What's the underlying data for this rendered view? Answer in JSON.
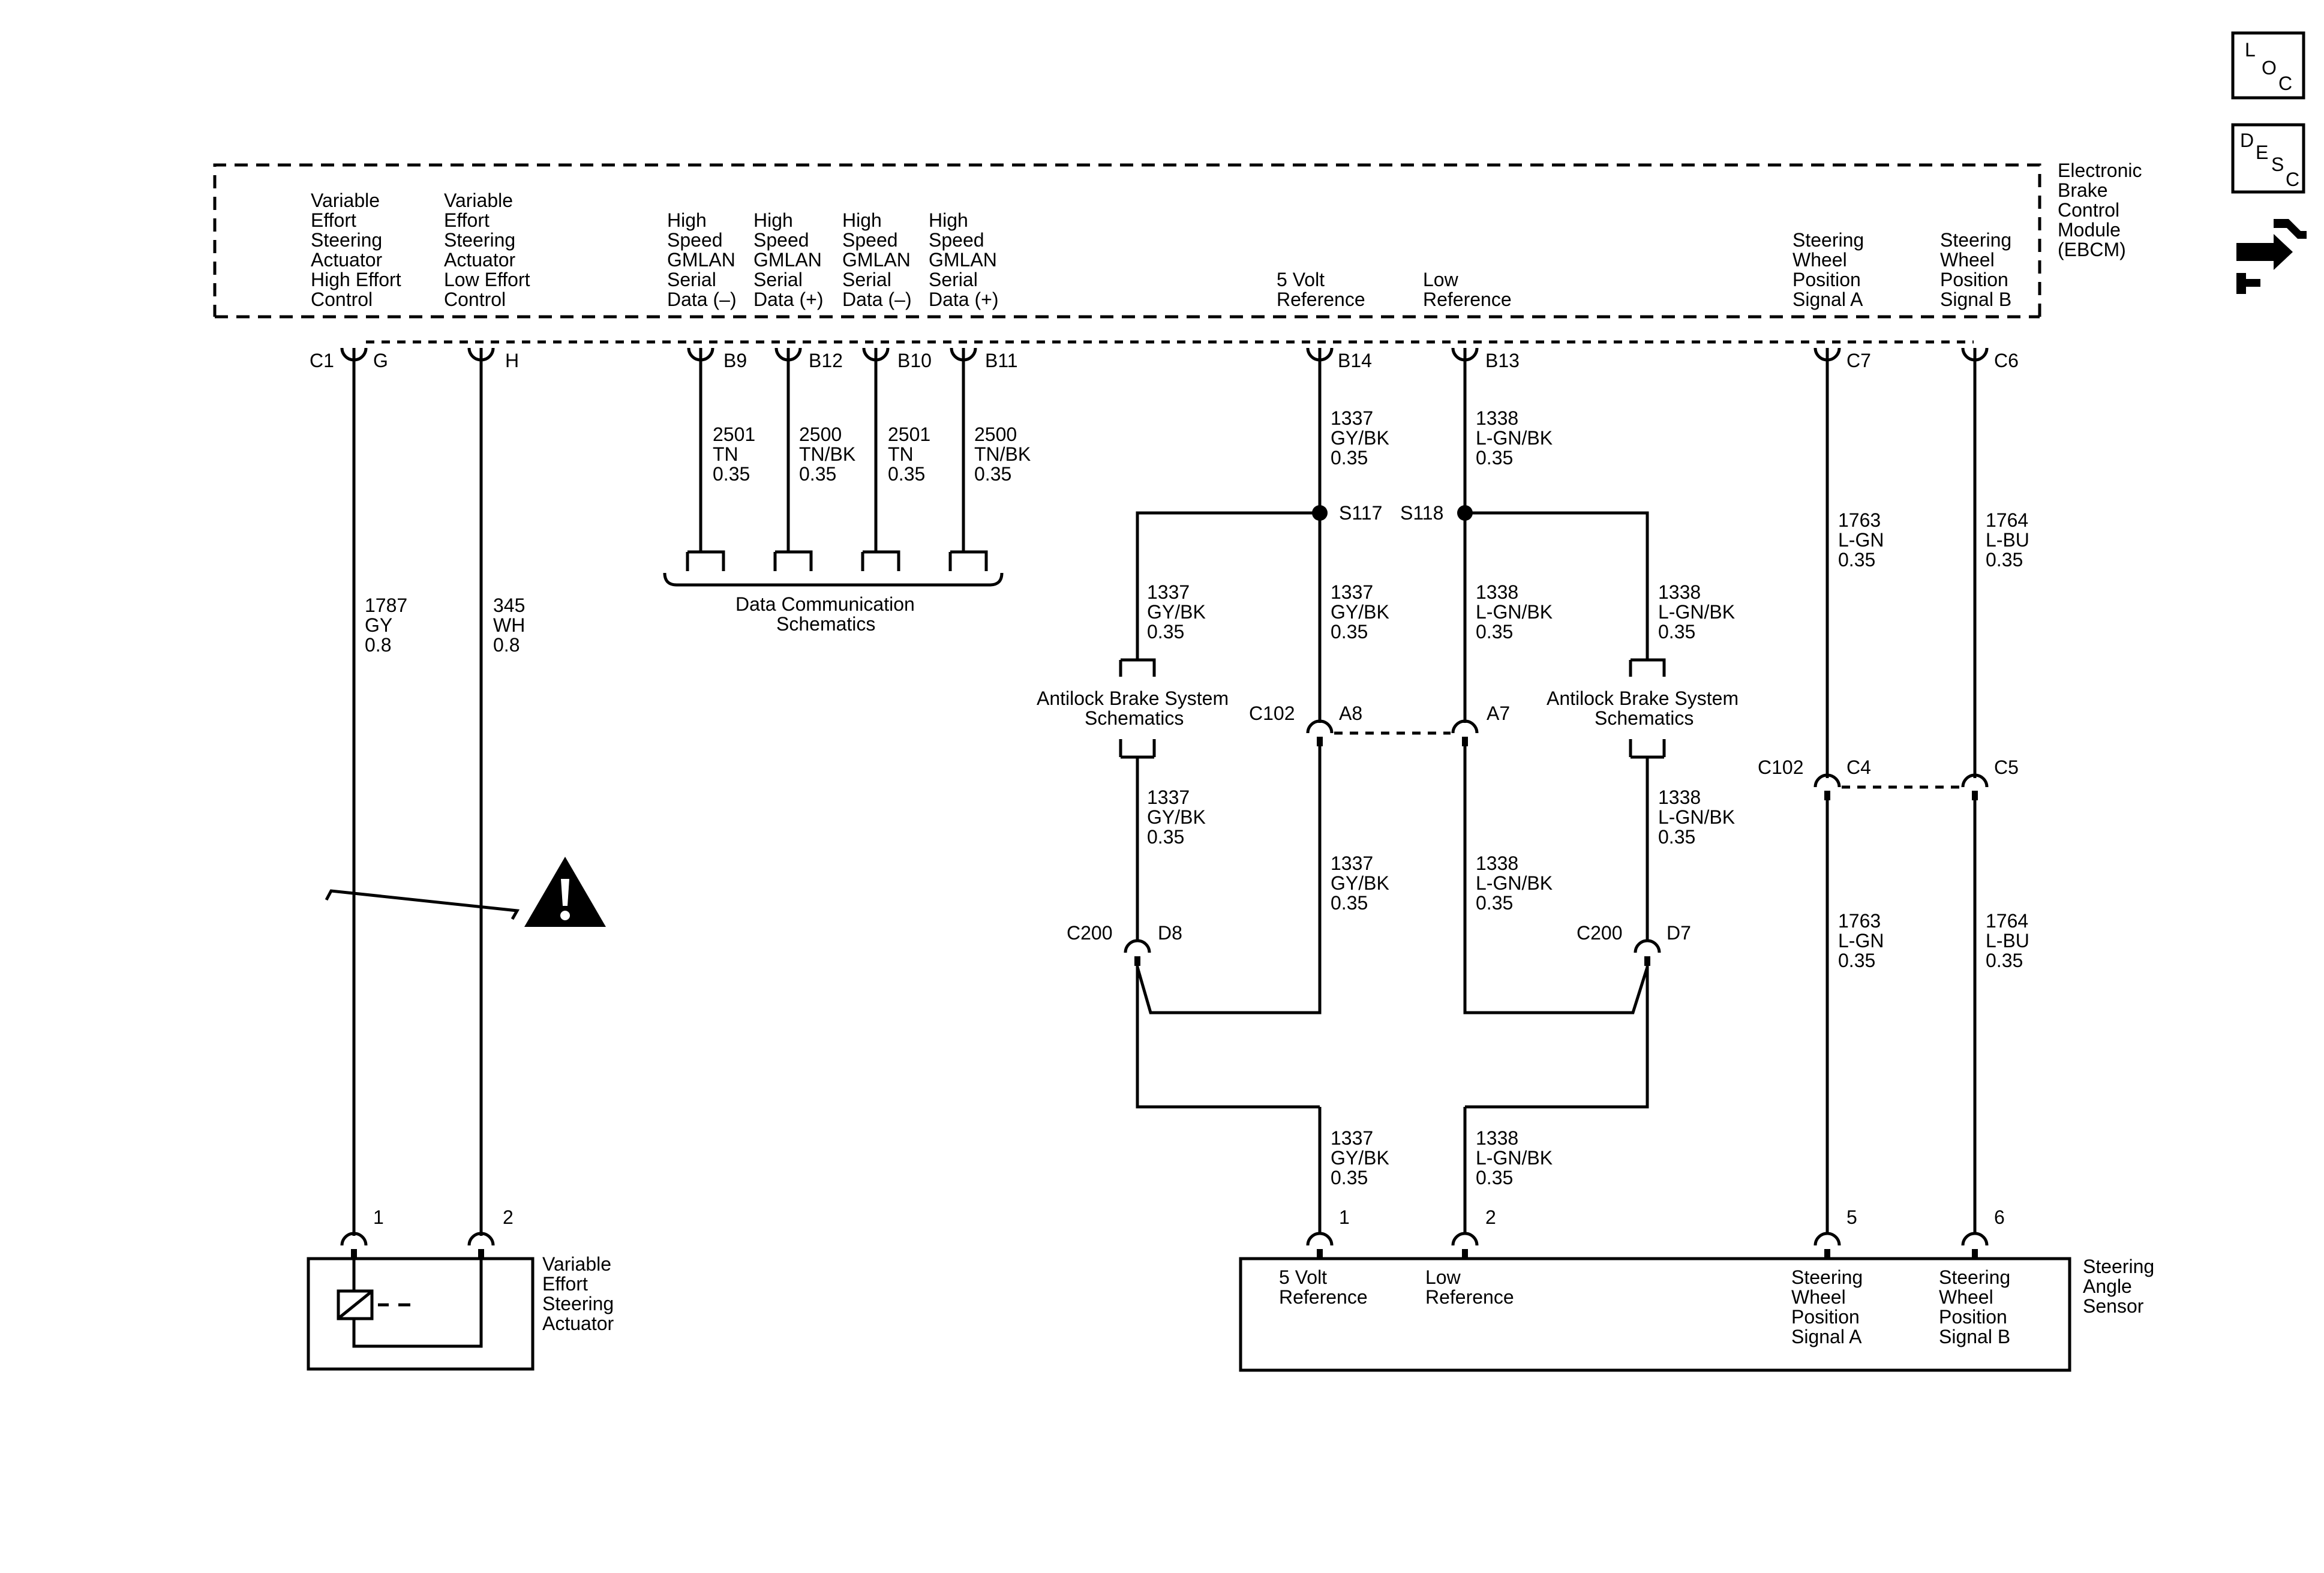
{
  "icons": {
    "loc": {
      "l": "L",
      "o": "O",
      "c": "C"
    },
    "desc": {
      "d": "D",
      "e": "E",
      "s": "S",
      "c": "C"
    }
  },
  "ebcm": {
    "label": [
      "Electronic",
      "Brake",
      "Control",
      "Module",
      "(EBCM)"
    ],
    "circuits": [
      {
        "label": [
          "Variable",
          "Effort",
          "Steering",
          "Actuator",
          "High Effort",
          "Control"
        ]
      },
      {
        "label": [
          "Variable",
          "Effort",
          "Steering",
          "Actuator",
          "Low Effort",
          "Control"
        ]
      },
      {
        "label": [
          "High",
          "Speed",
          "GMLAN",
          "Serial",
          "Data (–)"
        ]
      },
      {
        "label": [
          "High",
          "Speed",
          "GMLAN",
          "Serial",
          "Data (+)"
        ]
      },
      {
        "label": [
          "High",
          "Speed",
          "GMLAN",
          "Serial",
          "Data (–)"
        ]
      },
      {
        "label": [
          "High",
          "Speed",
          "GMLAN",
          "Serial",
          "Data (+)"
        ]
      },
      {
        "label": [
          "5 Volt",
          "Reference"
        ]
      },
      {
        "label": [
          "Low",
          "Reference"
        ]
      },
      {
        "label": [
          "Steering",
          "Wheel",
          "Position",
          "Signal A"
        ]
      },
      {
        "label": [
          "Steering",
          "Wheel",
          "Position",
          "Signal B"
        ]
      }
    ],
    "connector": "C1",
    "pins": [
      "G",
      "H",
      "B9",
      "B12",
      "B10",
      "B11",
      "B14",
      "B13",
      "C7",
      "C6"
    ]
  },
  "wires": {
    "w1787": [
      "1787",
      "GY",
      "0.8"
    ],
    "w345": [
      "345",
      "WH",
      "0.8"
    ],
    "w2501a": [
      "2501",
      "TN",
      "0.35"
    ],
    "w2500a": [
      "2500",
      "TN/BK",
      "0.35"
    ],
    "w2501b": [
      "2501",
      "TN",
      "0.35"
    ],
    "w2500b": [
      "2500",
      "TN/BK",
      "0.35"
    ],
    "w1337_top": [
      "1337",
      "GY/BK",
      "0.35"
    ],
    "w1338_top": [
      "1338",
      "L-GN/BK",
      "0.35"
    ],
    "w1763_top": [
      "1763",
      "L-GN",
      "0.35"
    ],
    "w1764_top": [
      "1764",
      "L-BU",
      "0.35"
    ],
    "w1337_left_up": [
      "1337",
      "GY/BK",
      "0.35"
    ],
    "w1337_mid_up": [
      "1337",
      "GY/BK",
      "0.35"
    ],
    "w1338_mid_up": [
      "1338",
      "L-GN/BK",
      "0.35"
    ],
    "w1338_right_up": [
      "1338",
      "L-GN/BK",
      "0.35"
    ],
    "w1337_left_low": [
      "1337",
      "GY/BK",
      "0.35"
    ],
    "w1337_mid_low": [
      "1337",
      "GY/BK",
      "0.35"
    ],
    "w1338_mid_low": [
      "1338",
      "L-GN/BK",
      "0.35"
    ],
    "w1338_right_low": [
      "1338",
      "L-GN/BK",
      "0.35"
    ],
    "w1763_low": [
      "1763",
      "L-GN",
      "0.35"
    ],
    "w1764_low": [
      "1764",
      "L-BU",
      "0.35"
    ],
    "w1337_bottom": [
      "1337",
      "GY/BK",
      "0.35"
    ],
    "w1338_bottom": [
      "1338",
      "L-GN/BK",
      "0.35"
    ]
  },
  "splices": {
    "s117": "S117",
    "s118": "S118"
  },
  "inline_connectors": {
    "c102_ab": {
      "name": "C102",
      "pins": [
        "A8",
        "A7"
      ]
    },
    "c102_c": {
      "name": "C102",
      "pins": [
        "C4",
        "C5"
      ]
    },
    "c200_left": {
      "name": "C200",
      "pin": "D8"
    },
    "c200_right": {
      "name": "C200",
      "pin": "D7"
    }
  },
  "references": {
    "data_comm": [
      "Data Communication",
      "Schematics"
    ],
    "abs_left": [
      "Antilock Brake System",
      "Schematics"
    ],
    "abs_right": [
      "Antilock Brake System",
      "Schematics"
    ]
  },
  "actuator": {
    "label": [
      "Variable",
      "Effort",
      "Steering",
      "Actuator"
    ],
    "pins": [
      "1",
      "2"
    ]
  },
  "sensor": {
    "label": [
      "Steering",
      "Angle",
      "Sensor"
    ],
    "pins": [
      "1",
      "2",
      "5",
      "6"
    ],
    "terminals": [
      {
        "label": [
          "5 Volt",
          "Reference"
        ]
      },
      {
        "label": [
          "Low",
          "Reference"
        ]
      },
      {
        "label": [
          "Steering",
          "Wheel",
          "Position",
          "Signal A"
        ]
      },
      {
        "label": [
          "Steering",
          "Wheel",
          "Position",
          "Signal B"
        ]
      }
    ]
  }
}
